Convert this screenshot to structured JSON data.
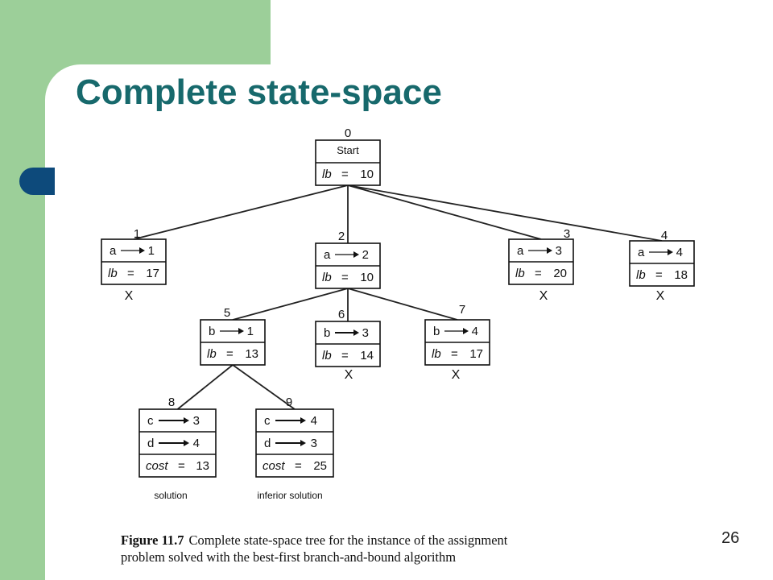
{
  "slide": {
    "title": "Complete state-space",
    "page_number": "26"
  },
  "figure": {
    "caption_label": "Figure 11.7",
    "caption_line1": "Complete state-space tree for the instance of the assignment",
    "caption_line2": "problem solved with the best-first branch-and-bound algorithm"
  },
  "tree": {
    "nodes": [
      {
        "id": "0",
        "rows": [
          [
            "Start",
            ""
          ],
          [
            "lb",
            "10"
          ]
        ]
      },
      {
        "id": "1",
        "rows": [
          [
            "a",
            "1"
          ],
          [
            "lb",
            "17"
          ]
        ],
        "mark": "X"
      },
      {
        "id": "2",
        "rows": [
          [
            "a",
            "2"
          ],
          [
            "lb",
            "10"
          ]
        ]
      },
      {
        "id": "3",
        "rows": [
          [
            "a",
            "3"
          ],
          [
            "lb",
            "20"
          ]
        ],
        "mark": "X"
      },
      {
        "id": "4",
        "rows": [
          [
            "a",
            "4"
          ],
          [
            "lb",
            "18"
          ]
        ],
        "mark": "X"
      },
      {
        "id": "5",
        "rows": [
          [
            "b",
            "1"
          ],
          [
            "lb",
            "13"
          ]
        ]
      },
      {
        "id": "6",
        "rows": [
          [
            "b",
            "3"
          ],
          [
            "lb",
            "14"
          ]
        ],
        "mark": "X"
      },
      {
        "id": "7",
        "rows": [
          [
            "b",
            "4"
          ],
          [
            "lb",
            "17"
          ]
        ],
        "mark": "X"
      },
      {
        "id": "8",
        "rows": [
          [
            "c",
            "3"
          ],
          [
            "d",
            "4"
          ],
          [
            "cost",
            "13"
          ]
        ],
        "note": "solution"
      },
      {
        "id": "9",
        "rows": [
          [
            "c",
            "4"
          ],
          [
            "d",
            "3"
          ],
          [
            "cost",
            "25"
          ]
        ],
        "note": "inferior solution"
      }
    ],
    "edges": [
      [
        "0",
        "1"
      ],
      [
        "0",
        "2"
      ],
      [
        "0",
        "3"
      ],
      [
        "0",
        "4"
      ],
      [
        "2",
        "5"
      ],
      [
        "2",
        "6"
      ],
      [
        "2",
        "7"
      ],
      [
        "5",
        "8"
      ],
      [
        "5",
        "9"
      ]
    ]
  }
}
